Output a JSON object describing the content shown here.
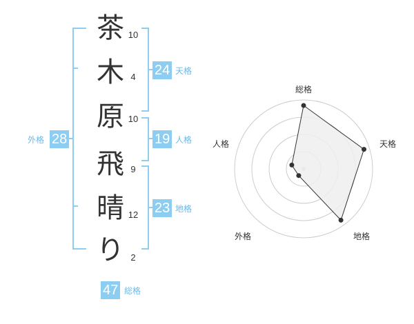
{
  "name_chars": [
    {
      "char": "茶",
      "strokes": "10"
    },
    {
      "char": "木",
      "strokes": "4"
    },
    {
      "char": "原",
      "strokes": "10"
    },
    {
      "char": "飛",
      "strokes": "9"
    },
    {
      "char": "晴",
      "strokes": "12"
    },
    {
      "char": "り",
      "strokes": "2"
    }
  ],
  "scores": {
    "tenkaku": {
      "label": "天格",
      "value": "24"
    },
    "jinkaku": {
      "label": "人格",
      "value": "19"
    },
    "chikaku": {
      "label": "地格",
      "value": "23"
    },
    "gaikaku": {
      "label": "外格",
      "value": "28"
    },
    "soukaku": {
      "label": "総格",
      "value": "47"
    }
  },
  "colors": {
    "accent": "#8ecdf2",
    "accent_text": "#6bbbe9",
    "text": "#333333"
  },
  "chart_data": {
    "type": "radar",
    "axes": [
      "総格",
      "天格",
      "地格",
      "外格",
      "人格"
    ],
    "values": [
      4.6,
      4.6,
      4.6,
      0.6,
      0.9
    ],
    "rmax": 5,
    "rings": 4,
    "fill": "#efefef",
    "line": "#333333"
  }
}
